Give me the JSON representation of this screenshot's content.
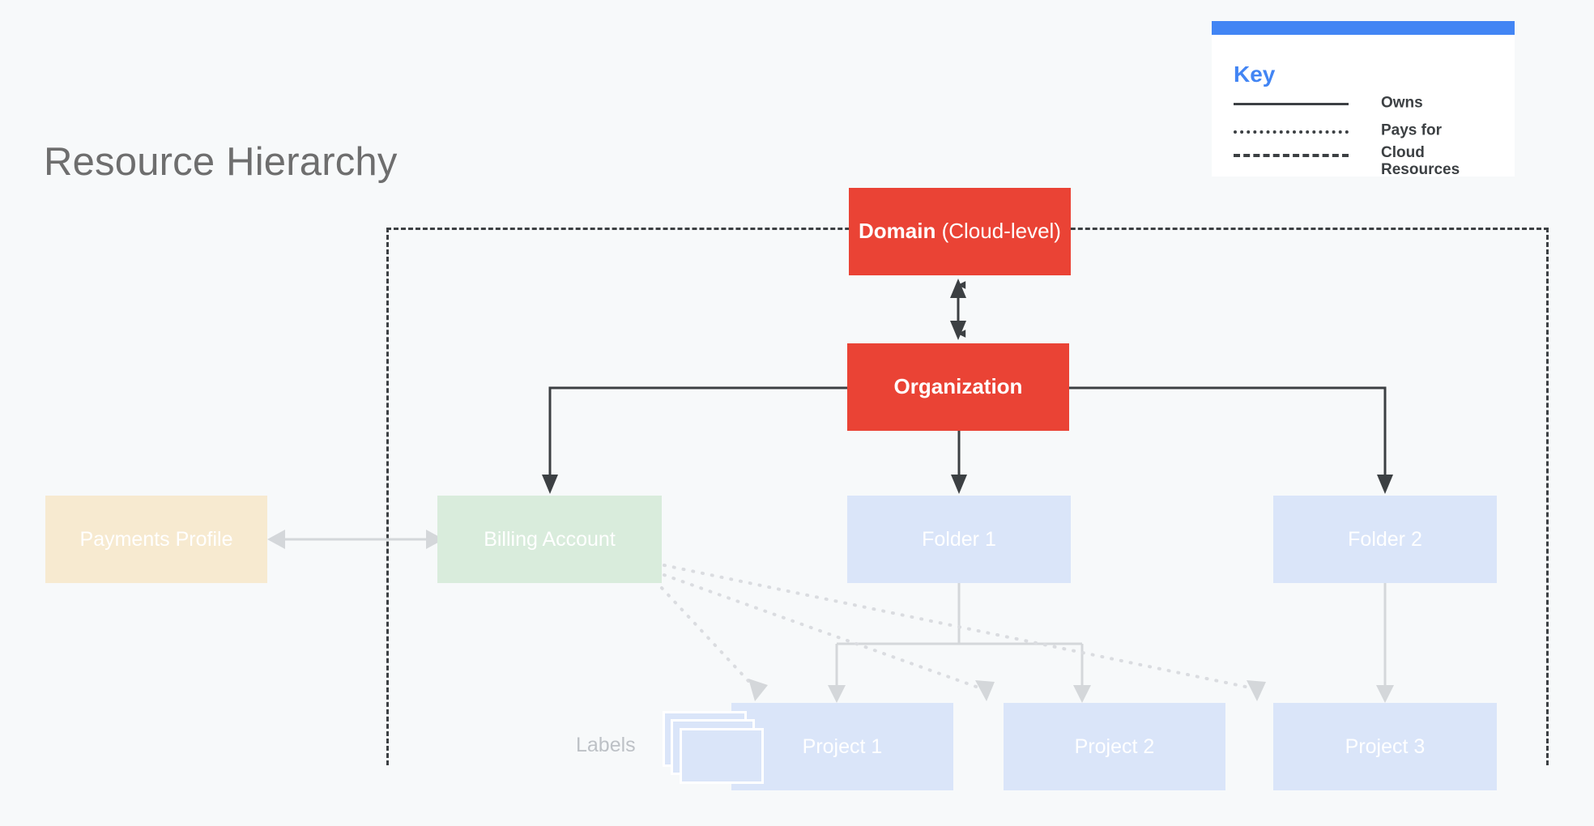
{
  "page": {
    "title": "Resource Hierarchy",
    "background_color": "#f7f9fa"
  },
  "key": {
    "title": "Key",
    "accent_color": "#4285f4",
    "rows": [
      {
        "style": "solid",
        "label": "Owns"
      },
      {
        "style": "dotted",
        "label": "Pays for"
      },
      {
        "style": "dashed",
        "label": "Cloud\nResources"
      }
    ]
  },
  "nodes": {
    "domain": {
      "label_bold": "Domain",
      "label_regular": " (Cloud-level)",
      "color": "#ea4335"
    },
    "organization": {
      "label": "Organization",
      "color": "#ea4335"
    },
    "payments_profile": {
      "label": "Payments Profile",
      "color": "#f7ead0"
    },
    "billing_account": {
      "label": "Billing Account",
      "color": "#d9ecdc"
    },
    "folder1": {
      "label": "Folder 1",
      "color": "#dae5f9"
    },
    "folder2": {
      "label": "Folder 2",
      "color": "#dae5f9"
    },
    "project1": {
      "label": "Project 1",
      "color": "#dae5f9"
    },
    "project2": {
      "label": "Project 2",
      "color": "#dae5f9"
    },
    "project3": {
      "label": "Project 3",
      "color": "#dae5f9"
    },
    "labels": {
      "label": "Labels",
      "color": "#dae5f9",
      "card_count": 3
    }
  },
  "edges": [
    {
      "from": "domain",
      "to": "organization",
      "type": "owns",
      "direction": "both"
    },
    {
      "from": "organization",
      "to": "billing_account",
      "type": "owns",
      "direction": "down"
    },
    {
      "from": "organization",
      "to": "folder1",
      "type": "owns",
      "direction": "down"
    },
    {
      "from": "organization",
      "to": "folder2",
      "type": "owns",
      "direction": "down"
    },
    {
      "from": "payments_profile",
      "to": "billing_account",
      "type": "owns",
      "direction": "both"
    },
    {
      "from": "folder1",
      "to": "project1",
      "type": "owns",
      "direction": "down"
    },
    {
      "from": "folder1",
      "to": "project2",
      "type": "owns",
      "direction": "down"
    },
    {
      "from": "folder2",
      "to": "project3",
      "type": "owns",
      "direction": "down"
    },
    {
      "from": "billing_account",
      "to": "project1",
      "type": "pays-for",
      "direction": "down"
    },
    {
      "from": "billing_account",
      "to": "project2",
      "type": "pays-for",
      "direction": "down"
    },
    {
      "from": "billing_account",
      "to": "project3",
      "type": "pays-for",
      "direction": "down"
    }
  ],
  "boundary": {
    "type": "cloud-resources",
    "style": "dashed",
    "color": "#3c4043"
  }
}
